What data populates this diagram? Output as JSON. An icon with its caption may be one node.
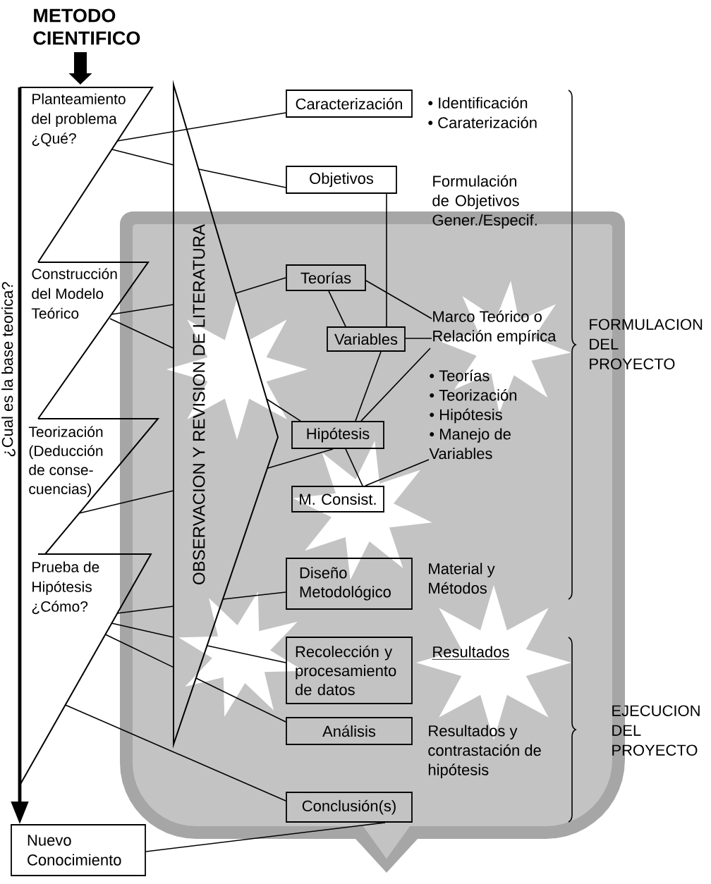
{
  "diagram": {
    "nodes": [
      {
        "text": [
          "METODO CIENTIFICO"
        ]
      },
      {
        "text": [
          "Planteamiento del problema ¿Qué?"
        ]
      },
      {
        "text": [
          "Construcción del Modelo Teórico"
        ]
      },
      {
        "text": [
          "Teorización (Deducción de conse- cuencias)"
        ]
      },
      {
        "text": [
          "Prueba de Hipótesis ¿Cómo?"
        ]
      },
      {
        "text": [
          "Nuevo Conocimiento"
        ]
      },
      {
        "text": [
          "OBSERVACION Y REVISION DE LITERATURA"
        ]
      },
      {
        "text": [
          "Caracterización"
        ],
        "beside": [
          "• Identificación",
          "• Caraterización"
        ]
      },
      {
        "text": [
          "Objetivos"
        ],
        "beside": [
          "Formulación de Objetivos Gener./Especif."
        ]
      },
      {
        "text": [
          "Teorías"
        ]
      },
      {
        "text": [
          "Variables"
        ]
      },
      {
        "text": [
          "Marco Teórico o Relación empírica"
        ]
      },
      {
        "text": [
          "Hipótesis"
        ]
      },
      {
        "text": [
          "• Teorías",
          "• Teorización",
          "• Hipótesis",
          "• Manejo de Variables"
        ]
      },
      {
        "text": [
          "M. Consist."
        ]
      },
      {
        "text": [
          "Diseño Metodológico"
        ],
        "beside": [
          "Material y Métodos"
        ]
      },
      {
        "text": [
          "Recolección y procesamiento de datos"
        ],
        "beside": [
          "Resultados"
        ]
      },
      {
        "text": [
          "Análisis"
        ],
        "beside": [
          "Resultados y contrastación de hipótesis"
        ]
      },
      {
        "text": [
          "Conclusión(s)"
        ]
      }
    ],
    "edges": [
      {
        "from": 0,
        "to": 1,
        "arrow": "to",
        "style": "thick"
      },
      {
        "from": 1,
        "to": 5,
        "arrow": "to",
        "style": "thick",
        "label": "¿Cual es la base teorica?"
      },
      {
        "from": 1,
        "to": 7,
        "arrow": "none"
      },
      {
        "from": 1,
        "to": 6,
        "arrow": "none"
      },
      {
        "from": 6,
        "to": 8,
        "arrow": "none"
      },
      {
        "from": 2,
        "to": 6,
        "arrow": "none"
      },
      {
        "from": 6,
        "to": 9,
        "arrow": "none"
      },
      {
        "from": 2,
        "to": 6,
        "arrow": "none"
      },
      {
        "from": 6,
        "to": 12,
        "arrow": "none"
      },
      {
        "from": 3,
        "to": 6,
        "arrow": "none"
      },
      {
        "from": 6,
        "to": 12,
        "arrow": "none"
      },
      {
        "from": 4,
        "to": 6,
        "arrow": "none"
      },
      {
        "from": 6,
        "to": 15,
        "arrow": "none"
      },
      {
        "from": 4,
        "to": 6,
        "arrow": "none"
      },
      {
        "from": 6,
        "to": 16,
        "arrow": "none"
      },
      {
        "from": 4,
        "to": 6,
        "arrow": "none"
      },
      {
        "from": 6,
        "to": 17,
        "arrow": "none"
      },
      {
        "from": 4,
        "to": 18,
        "arrow": "none"
      },
      {
        "from": 18,
        "to": 5,
        "arrow": "none"
      },
      {
        "from": 8,
        "to": 10,
        "arrow": "none"
      },
      {
        "from": 9,
        "to": 11,
        "arrow": "none"
      },
      {
        "from": 9,
        "to": 10,
        "arrow": "none"
      },
      {
        "from": 10,
        "to": 11,
        "arrow": "none"
      },
      {
        "from": 10,
        "to": 12,
        "arrow": "none"
      },
      {
        "from": 11,
        "to": 12,
        "arrow": "none"
      },
      {
        "from": 12,
        "to": 14,
        "arrow": "none"
      },
      {
        "from": 14,
        "to": 13,
        "arrow": "none"
      }
    ],
    "labels": [
      "FORMULACION DEL PROYECTO",
      "EJECUCION DEL PROYECTO"
    ]
  }
}
